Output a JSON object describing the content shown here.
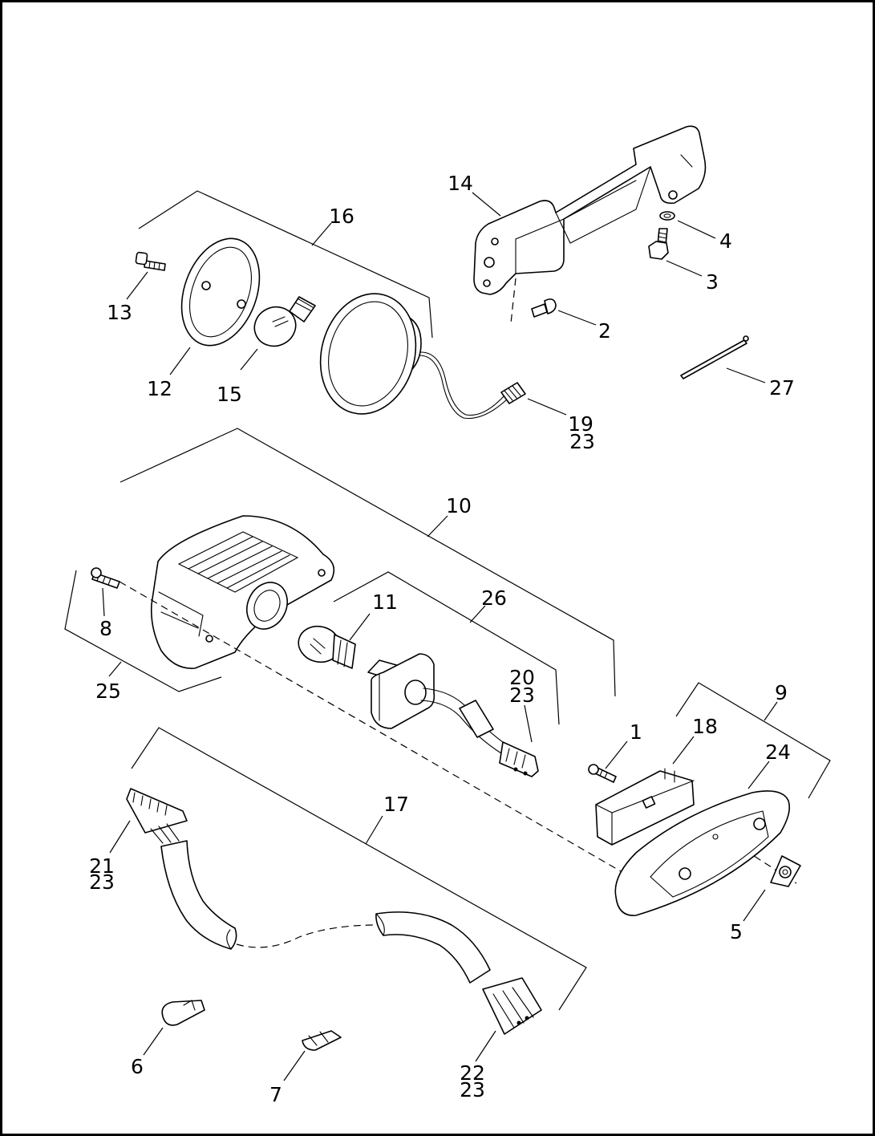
{
  "callouts": [
    {
      "id": "c1",
      "lines": [
        "1"
      ]
    },
    {
      "id": "c2",
      "lines": [
        "2"
      ]
    },
    {
      "id": "c3",
      "lines": [
        "3"
      ]
    },
    {
      "id": "c4",
      "lines": [
        "4"
      ]
    },
    {
      "id": "c5",
      "lines": [
        "5"
      ]
    },
    {
      "id": "c6",
      "lines": [
        "6"
      ]
    },
    {
      "id": "c7",
      "lines": [
        "7"
      ]
    },
    {
      "id": "c8",
      "lines": [
        "8"
      ]
    },
    {
      "id": "c9",
      "lines": [
        "9"
      ]
    },
    {
      "id": "c10",
      "lines": [
        "10"
      ]
    },
    {
      "id": "c11",
      "lines": [
        "11"
      ]
    },
    {
      "id": "c12",
      "lines": [
        "12"
      ]
    },
    {
      "id": "c13",
      "lines": [
        "13"
      ]
    },
    {
      "id": "c14",
      "lines": [
        "14"
      ]
    },
    {
      "id": "c15",
      "lines": [
        "15"
      ]
    },
    {
      "id": "c16",
      "lines": [
        "16"
      ]
    },
    {
      "id": "c17",
      "lines": [
        "17"
      ]
    },
    {
      "id": "c18",
      "lines": [
        "18"
      ]
    },
    {
      "id": "c19",
      "lines": [
        "19",
        "23"
      ]
    },
    {
      "id": "c20",
      "lines": [
        "20",
        "23"
      ]
    },
    {
      "id": "c21",
      "lines": [
        "21",
        "23"
      ]
    },
    {
      "id": "c22",
      "lines": [
        "22",
        "23"
      ]
    },
    {
      "id": "c24",
      "lines": [
        "24"
      ]
    },
    {
      "id": "c25",
      "lines": [
        "25"
      ]
    },
    {
      "id": "c26",
      "lines": [
        "26"
      ]
    },
    {
      "id": "c27",
      "lines": [
        "27"
      ]
    }
  ]
}
